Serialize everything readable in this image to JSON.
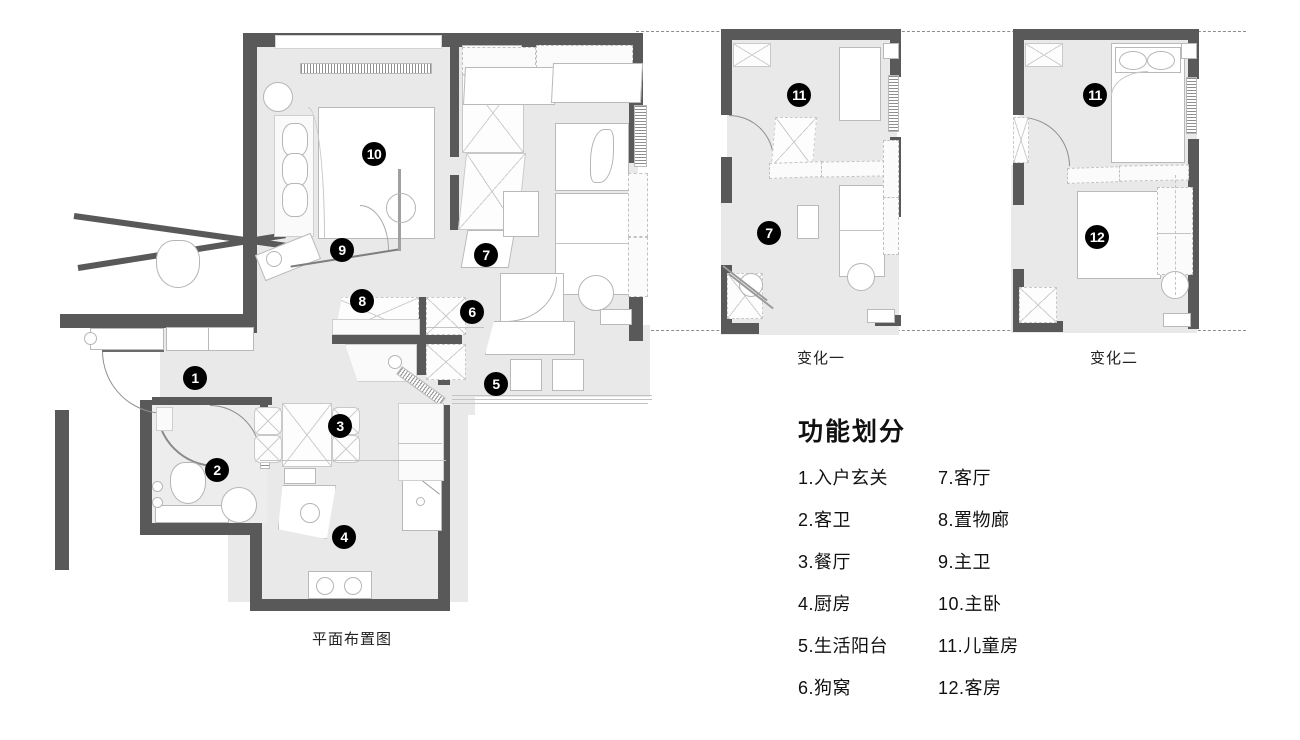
{
  "document": {
    "type": "architectural-floor-plan",
    "main_caption": "平面布置图",
    "variant_captions": [
      "变化一",
      "变化二"
    ]
  },
  "legend": {
    "heading": "功能划分",
    "column_left": [
      {
        "num": "1.",
        "label": "入户玄关"
      },
      {
        "num": "2.",
        "label": "客卫"
      },
      {
        "num": "3.",
        "label": "餐厅"
      },
      {
        "num": "4.",
        "label": "厨房"
      },
      {
        "num": "5.",
        "label": "生活阳台"
      },
      {
        "num": "6.",
        "label": "狗窝"
      }
    ],
    "column_right": [
      {
        "num": "7.",
        "label": "客厅"
      },
      {
        "num": "8.",
        "label": "置物廊"
      },
      {
        "num": "9.",
        "label": "主卫"
      },
      {
        "num": "10.",
        "label": "主卧"
      },
      {
        "num": "11.",
        "label": "儿童房"
      },
      {
        "num": "12.",
        "label": "客房"
      }
    ]
  },
  "main_plan": {
    "name": "平面布置图",
    "markers": [
      {
        "id": "1",
        "label": "1",
        "room": "入户玄关"
      },
      {
        "id": "2",
        "label": "2",
        "room": "客卫"
      },
      {
        "id": "3",
        "label": "3",
        "room": "餐厅"
      },
      {
        "id": "4",
        "label": "4",
        "room": "厨房"
      },
      {
        "id": "5",
        "label": "5",
        "room": "生活阳台"
      },
      {
        "id": "6",
        "label": "6",
        "room": "狗窝"
      },
      {
        "id": "7",
        "label": "7",
        "room": "客厅"
      },
      {
        "id": "8",
        "label": "8",
        "room": "置物廊"
      },
      {
        "id": "9",
        "label": "9",
        "room": "主卫"
      },
      {
        "id": "10",
        "label": "10",
        "room": "主卧"
      }
    ]
  },
  "variant_one": {
    "name": "变化一",
    "markers": [
      {
        "id": "11",
        "label": "11",
        "room": "儿童房"
      },
      {
        "id": "7",
        "label": "7",
        "room": "客厅"
      }
    ]
  },
  "variant_two": {
    "name": "变化二",
    "markers": [
      {
        "id": "11",
        "label": "11",
        "room": "儿童房"
      },
      {
        "id": "12",
        "label": "12",
        "room": "客房"
      }
    ]
  },
  "colors": {
    "wall": "#595959",
    "floor": "#e9e9e9",
    "furniture_outline": "#b9b9b9",
    "badge_bg": "#000000",
    "badge_text": "#ffffff",
    "page_bg": "#ffffff"
  }
}
